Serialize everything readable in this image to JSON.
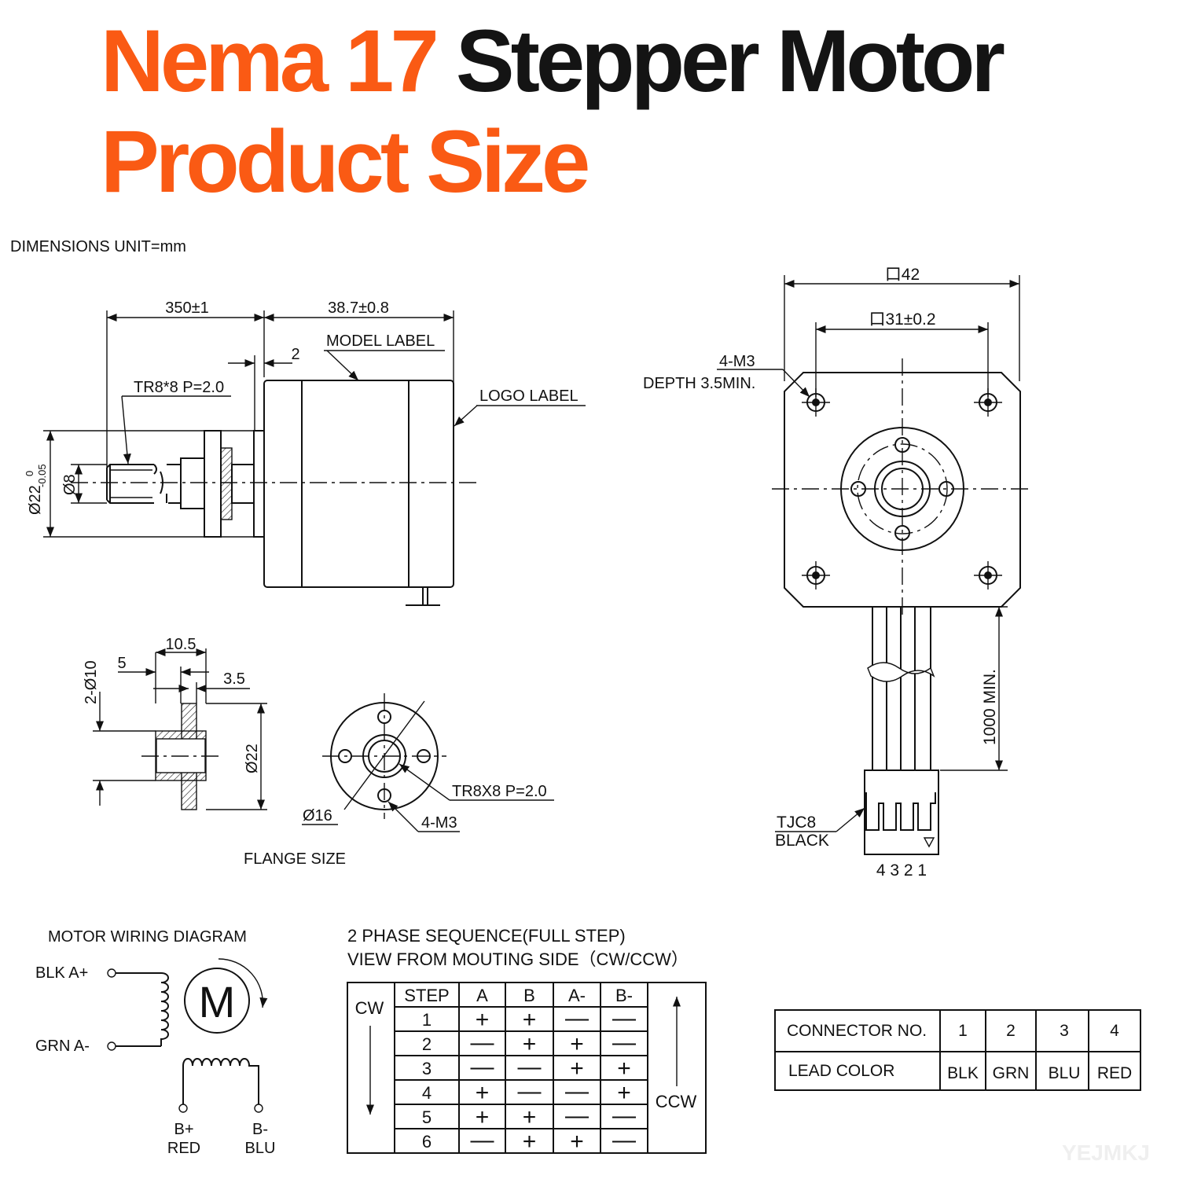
{
  "title": {
    "line1_orange": "Nema 17",
    "line1_dark": "Stepper Motor",
    "line2_orange": "Product Size"
  },
  "colors": {
    "accent": "#fa5a14",
    "ink": "#141414"
  },
  "side_view": {
    "units": "DIMENSIONS UNIT=mm",
    "lead_screw_length": "350±1",
    "body_length": "38.7±0.8",
    "boss_height": "2",
    "model_label": "MODEL LABEL",
    "logo_label": "LOGO LABEL",
    "thread_spec": "TR8*8 P=2.0",
    "boss_dia_main": "Ø22",
    "boss_tol_upper": "0",
    "boss_tol_lower": "-0.05",
    "shaft_dia": "Ø8"
  },
  "front_view": {
    "square_size": "口42",
    "hole_spacing": "口31±0.2",
    "mount_holes": "4-M3",
    "mount_depth": "DEPTH 3.5MIN.",
    "cable_length": "1000 MIN.",
    "connector_type": "TJC8",
    "connector_color": "BLACK",
    "pin_numbers": "4 3 2 1"
  },
  "flange": {
    "width": "10.5",
    "dim_5": "5",
    "dim_3_5": "3.5",
    "holes": "2-Ø10",
    "dia": "Ø22",
    "inner_dia": "Ø16",
    "thread": "TR8X8 P=2.0",
    "screws": "4-M3",
    "caption": "FLANGE SIZE"
  },
  "wiring": {
    "title": "MOTOR WIRING  DIAGRAM",
    "blk": "BLK  A+",
    "grn": "GRN  A-",
    "motor_letter": "M",
    "b_plus": "B+",
    "b_plus_color": "RED",
    "b_minus": "B-",
    "b_minus_color": "BLU"
  },
  "sequence": {
    "title1": "2 PHASE SEQUENCE(FULL STEP)",
    "title2": "VIEW FROM MOUTING SIDE（CW/CCW）",
    "cw": "CW",
    "ccw": "CCW",
    "headers": [
      "STEP",
      "A",
      "B",
      "A-",
      "B-"
    ],
    "rows": [
      [
        "1",
        "+",
        "+",
        "—",
        "—"
      ],
      [
        "2",
        "—",
        "+",
        "+",
        "—"
      ],
      [
        "3",
        "—",
        "—",
        "+",
        "+"
      ],
      [
        "4",
        "+",
        "—",
        "—",
        "+"
      ],
      [
        "5",
        "+",
        "+",
        "—",
        "—"
      ],
      [
        "6",
        "—",
        "+",
        "+",
        "—"
      ]
    ]
  },
  "connector_table": {
    "row1_label": "CONNECTOR NO.",
    "row2_label": "LEAD COLOR",
    "numbers": [
      "1",
      "2",
      "3",
      "4"
    ],
    "colors": [
      "BLK",
      "GRN",
      "BLU",
      "RED"
    ]
  },
  "watermark": "YEJMKJ"
}
